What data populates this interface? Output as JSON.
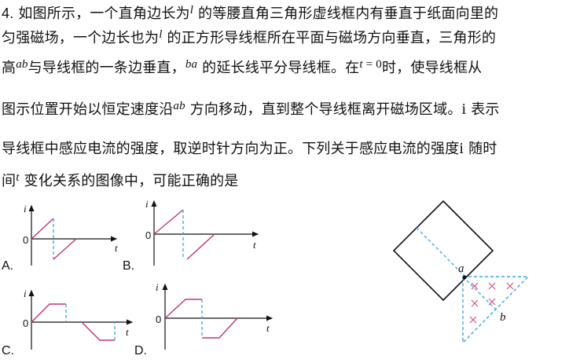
{
  "question": {
    "number": "4.",
    "line1": {
      "a": "如图所示，一个直角边长为",
      "var1": "l",
      "b": " 的等腰直角三角形虚线框内有垂直于纸面向里的"
    },
    "line2": {
      "a": "匀强磁场，一个边长也为",
      "var1": "l",
      "b": " 的正方形导线框所在平面与磁场方向垂直，三角形的"
    },
    "line3": {
      "a": "高",
      "var1": "ab",
      "b": "与导线框的一条边垂直，",
      "var2": "ba",
      "c": " 的延长线平分导线框。在",
      "var3": "t",
      "eq": " = 0",
      "d": "时，使导线框从"
    },
    "line4": {
      "a": "图示位置开始以恒定速度沿",
      "var1": "ab",
      "b": " 方向移动，直到整个导线框离开磁场区域。",
      "var2": "i",
      "c": " 表示"
    },
    "line5": {
      "a": "导线框中感应电流的强度，取逆时针方向为正。下列关于感应电流的强度",
      "var1": "i",
      "b": " 随时"
    },
    "line6": {
      "a": "间",
      "var1": "t",
      "b": " 变化关系的图像中，可能正确的是"
    }
  },
  "options": {
    "A": {
      "label": "A."
    },
    "B": {
      "label": "B."
    },
    "C": {
      "label": "C."
    },
    "D": {
      "label": "D."
    }
  },
  "axis_labels": {
    "y": "i",
    "x": "t",
    "origin": "0"
  },
  "figure": {
    "point_a": "a",
    "point_b": "b"
  },
  "colors": {
    "current": "#c0357a",
    "dashed": "#3aa6e0",
    "axis": "#111111",
    "cross": "#d04a8a"
  }
}
